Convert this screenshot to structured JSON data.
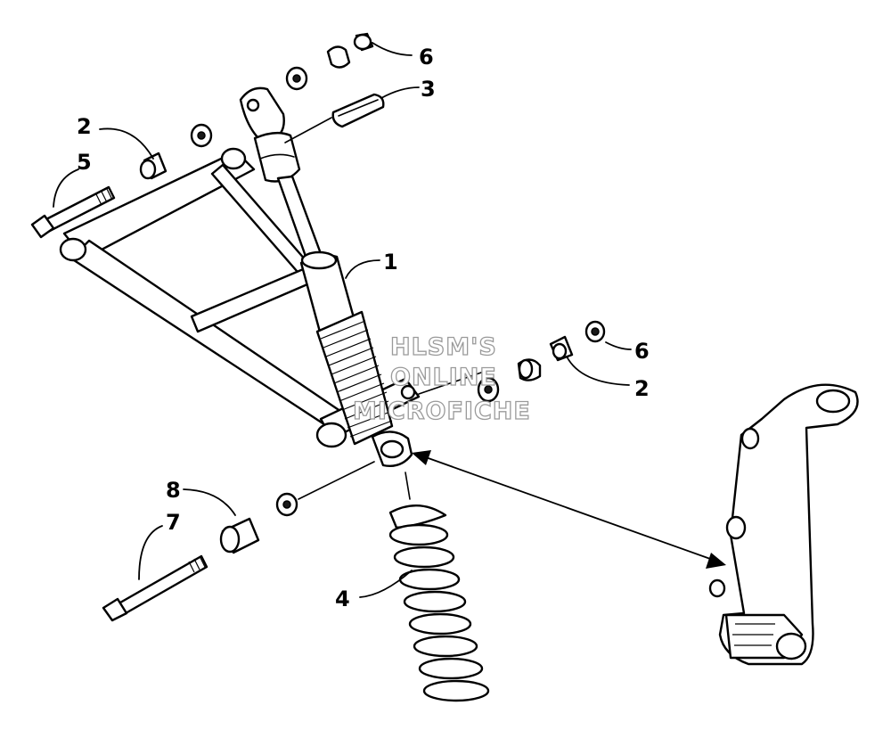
{
  "callouts": {
    "c1": "1",
    "c2_left": "2",
    "c2_right": "2",
    "c3": "3",
    "c4": "4",
    "c5": "5",
    "c6_top": "6",
    "c6_right": "6",
    "c7": "7",
    "c8": "8"
  },
  "watermark": {
    "line1": "HLSM'S",
    "line2": "ONLINE",
    "line3": "MICROFICHE"
  },
  "colors": {
    "ink": "#000000",
    "background": "#ffffff",
    "watermark_outline": "#9a9a9a"
  }
}
